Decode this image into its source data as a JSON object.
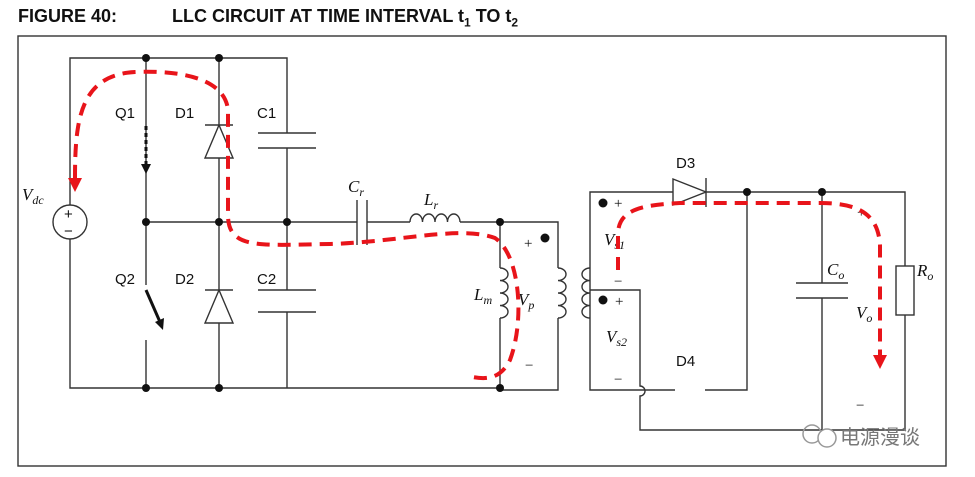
{
  "figure": {
    "number_label": "FIGURE 40:",
    "title_prefix": "LLC CIRCUIT AT TIME INTERVAL t",
    "sub1": "1",
    "title_mid": " TO t",
    "sub2": "2"
  },
  "components": {
    "vdc": "V",
    "vdc_sub": "dc",
    "q1": "Q1",
    "q2": "Q2",
    "d1": "D1",
    "d2": "D2",
    "c1": "C1",
    "c2": "C2",
    "cr": "C",
    "cr_sub": "r",
    "lr": "L",
    "lr_sub": "r",
    "lm": "L",
    "lm_sub": "m",
    "vp": "V",
    "vp_sub": "p",
    "vs1": "V",
    "vs1_sub": "s1",
    "vs2": "V",
    "vs2_sub": "s2",
    "d3": "D3",
    "d4": "D4",
    "co": "C",
    "co_sub": "o",
    "ro": "R",
    "ro_sub": "o",
    "vo": "V",
    "vo_sub": "o",
    "plus": "+",
    "minus": "−"
  },
  "colors": {
    "current_path": "#e8141a",
    "wire": "#333333"
  },
  "watermark": "电源漫谈"
}
